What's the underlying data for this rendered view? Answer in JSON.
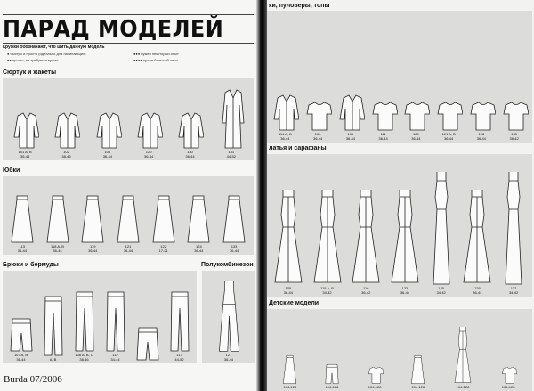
{
  "title": "ПАРАД МОДЕЛЕЙ",
  "legend": {
    "heading": "Кружки обозначают, что шить данную модель",
    "levels": [
      {
        "dots": "●",
        "text": "быстро и просто (идеально для начинающих)"
      },
      {
        "dots": "●●",
        "text": "просто, но требуется время"
      },
      {
        "dots": "●●●",
        "text": "нужен некоторый опыт"
      },
      {
        "dots": "●●●●",
        "text": "нужен большой опыт"
      }
    ]
  },
  "sections": {
    "jackets": {
      "title": "Сюртук и жакеты",
      "items": [
        {
          "type": "jacket",
          "label": "101 A, B\n36-44"
        },
        {
          "type": "jacket",
          "label": "102\n38-46"
        },
        {
          "type": "jacket",
          "label": "103\n36-44"
        },
        {
          "type": "jacket",
          "label": "120\n36-44"
        },
        {
          "type": "jacket",
          "label": "130\n36-44"
        },
        {
          "type": "coat",
          "label": "131\n44-52"
        }
      ]
    },
    "skirts": {
      "title": "Юбки",
      "items": [
        {
          "type": "skirt",
          "label": "113\n36-44"
        },
        {
          "type": "skirt",
          "label": "118 A, B\n36-44"
        },
        {
          "type": "skirt",
          "label": "119\n36-44"
        },
        {
          "type": "skirt",
          "label": "121\n36-44"
        },
        {
          "type": "skirt",
          "label": "122\n17-21"
        },
        {
          "type": "skirt",
          "label": "124\n36-44"
        },
        {
          "type": "skirt",
          "label": "133\n36-44"
        }
      ]
    },
    "trousers": {
      "title": "Брюки и бермуды",
      "items": [
        {
          "type": "shorts",
          "label": "107 A, B\n36-44"
        },
        {
          "type": "pants",
          "label": "A, B"
        },
        {
          "type": "pants",
          "label": "108 A, B, C\n38-46"
        },
        {
          "type": "pants",
          "label": "112\n34-44"
        },
        {
          "type": "shorts",
          "label": ""
        },
        {
          "type": "pants",
          "label": "117\n44-52"
        }
      ]
    },
    "jumpsuit": {
      "title": "Полукомбинезон",
      "items": [
        {
          "type": "jumpsuit",
          "label": "127\n36-44"
        }
      ]
    },
    "tops": {
      "title": "ки, пуловеры, топы",
      "items": [
        {
          "type": "jacket",
          "label": "114 A, B\n36-44"
        },
        {
          "type": "top",
          "label": "106\n36-44"
        },
        {
          "type": "jacket",
          "label": "109\n36-44"
        },
        {
          "type": "top",
          "label": "111\n36-44"
        },
        {
          "type": "top",
          "label": "129\n36-44"
        },
        {
          "type": "top",
          "label": "121 A, B\n36-44"
        },
        {
          "type": "top",
          "label": "128\n36-44"
        },
        {
          "type": "top",
          "label": "135\n36-42"
        }
      ]
    },
    "dresses": {
      "title": "латья и сарафаны",
      "items": [
        {
          "type": "dress",
          "label": "105\n36-44"
        },
        {
          "type": "dress",
          "label": "115 A, B\n34-42"
        },
        {
          "type": "dress",
          "label": "116\n36-42"
        },
        {
          "type": "dress",
          "label": "123\n36-44"
        },
        {
          "type": "long",
          "label": "125\n34-42"
        },
        {
          "type": "dress",
          "label": "126\n36-44"
        },
        {
          "type": "long",
          "label": "132\n34-42"
        }
      ]
    },
    "kids": {
      "title": "Детские модели",
      "items": [
        {
          "type": "skirt",
          "label": "104-128"
        },
        {
          "type": "shorts",
          "label": "104-128"
        },
        {
          "type": "top",
          "label": "104-128"
        },
        {
          "type": "skirt",
          "label": "104-128"
        },
        {
          "type": "dress",
          "label": "104-128"
        },
        {
          "type": "top",
          "label": "104-128"
        }
      ]
    }
  },
  "footer": "Burda 07/2006"
}
